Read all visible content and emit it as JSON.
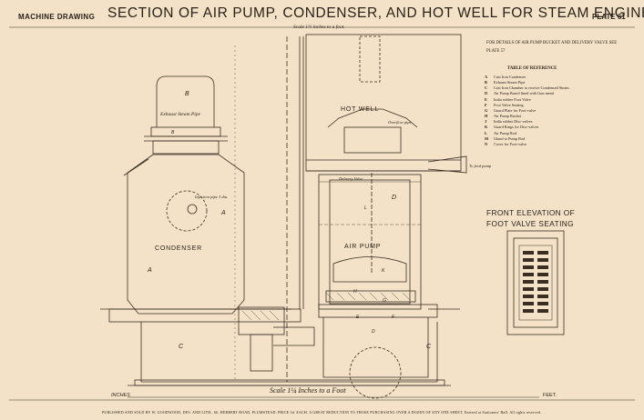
{
  "header": {
    "left": "MACHINE DRAWING",
    "title": "SECTION OF AIR PUMP, CONDENSER, AND HOT WELL FOR STEAM ENGINE",
    "plate": "PLATE 61"
  },
  "scale_top": "Scale 1½ inches to a foot.",
  "details_note": "FOR DETAILS OF AIR PUMP BUCKET AND DELIVERY VALVE SEE PLATE 57",
  "reference": {
    "title": "TABLE OF REFERENCE",
    "items": [
      {
        "key": "A",
        "text": "Cast Iron Condenser"
      },
      {
        "key": "B",
        "text": "Exhaust Steam Pipe"
      },
      {
        "key": "C",
        "text": "Cast Iron Chamber to receive Condensed Steam"
      },
      {
        "key": "D",
        "text": "Air Pump Barrel lined with Gun metal"
      },
      {
        "key": "E",
        "text": "India rubber Foot Valve"
      },
      {
        "key": "F",
        "text": "Foot Valve Seating"
      },
      {
        "key": "G",
        "text": "Guard Plate for Foot-valve"
      },
      {
        "key": "H",
        "text": "Air Pump Bucket"
      },
      {
        "key": "J",
        "text": "India rubber Disc-valves"
      },
      {
        "key": "K",
        "text": "Guard Rings for Disc-valves"
      },
      {
        "key": "L",
        "text": "Air Pump Rod"
      },
      {
        "key": "M",
        "text": "Gland to Pump Rod"
      },
      {
        "key": "N",
        "text": "Cover for Foot-valve"
      }
    ]
  },
  "front_elevation_title": "FRONT ELEVATION OF FOOT VALVE SEATING",
  "labels": {
    "condenser": "CONDENSER",
    "hot_well": "HOT WELL",
    "air_pump": "AIR PUMP",
    "exhaust": "Exhaust Steam Pipe",
    "injection": "Injection pipe 3 dia.",
    "overflow": "Overflow pipe",
    "feed": "To feed pump",
    "delivery": "Delivery Valve",
    "b_upper": "B",
    "b_lower": "B",
    "a_right": "A",
    "a_left": "A",
    "c_left": "C",
    "c_right": "C",
    "e": "E",
    "f": "F",
    "g": "G",
    "h": "H",
    "k": "K",
    "l": "L",
    "d1": "D",
    "d2": "D"
  },
  "scale_bottom": "Scale 1¼ Inches to a Foot",
  "inches_label": "INCHES",
  "feet_label": "FEET.",
  "footer": "PUBLISHED AND SOLD BY W. GOODWOOD, DES. AND LITH., 66, HERBERT ROAD, PLUMSTEAD. PRICE 3d. EACH. A GREAT REDUCTION TO THOSE PURCHASING OVER A DOZEN OF ANY ONE SHEET. Entered at Stationers' Hall. All rights reserved.",
  "colors": {
    "paper": "#f3e2c8",
    "ink": "#2a2218"
  }
}
